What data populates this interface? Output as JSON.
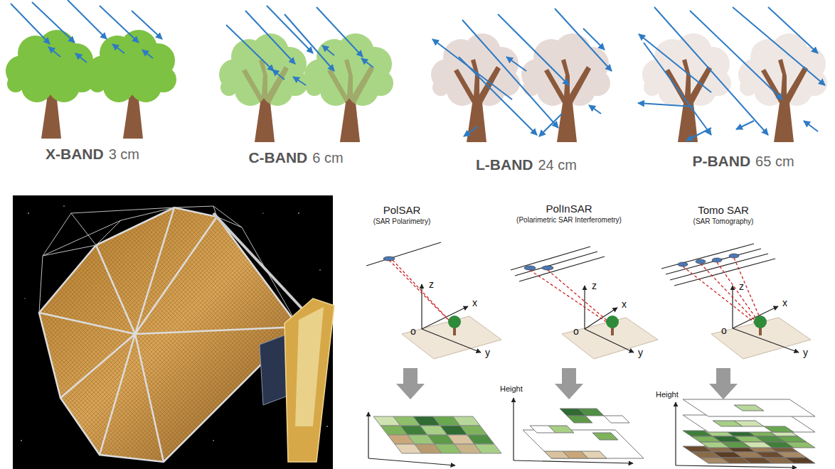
{
  "diagram": {
    "labels": [
      "X-BAND",
      "3 cm",
      "C-BAND",
      "6 cm",
      "L-BAND",
      "24 cm",
      "P-BAND",
      "65 cm",
      "PolSAR",
      "(SAR Polarimetry)",
      "PolInSAR",
      "(Polarimetric SAR Interferometry)",
      "Tomo SAR",
      "(SAR Tomography)",
      "z",
      "x",
      "o",
      "y",
      "z",
      "x",
      "o",
      "y",
      "z",
      "x",
      "o",
      "y",
      "Height",
      "Height"
    ]
  }
}
